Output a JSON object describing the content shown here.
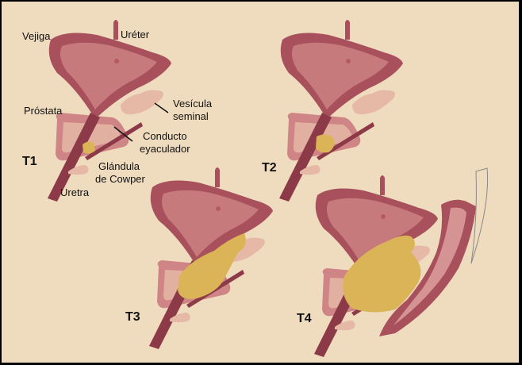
{
  "labels": {
    "bladder": "Vejiga",
    "ureter": "Uréter",
    "prostate": "Próstata",
    "seminal_vesicle_1": "Vesícula",
    "seminal_vesicle_2": "seminal",
    "ejaculatory_duct_1": "Conducto",
    "ejaculatory_duct_2": "eyaculador",
    "cowper_1": "Glándula",
    "cowper_2": "de Cowper",
    "urethra": "Uretra"
  },
  "stages": [
    "T1",
    "T2",
    "T3",
    "T4"
  ],
  "colors": {
    "background": "#efdcbf",
    "tissue": "#a8505c",
    "lumen": "#c77a7c",
    "prostate": "#e2b0a0",
    "tumor": "#dcb458"
  }
}
